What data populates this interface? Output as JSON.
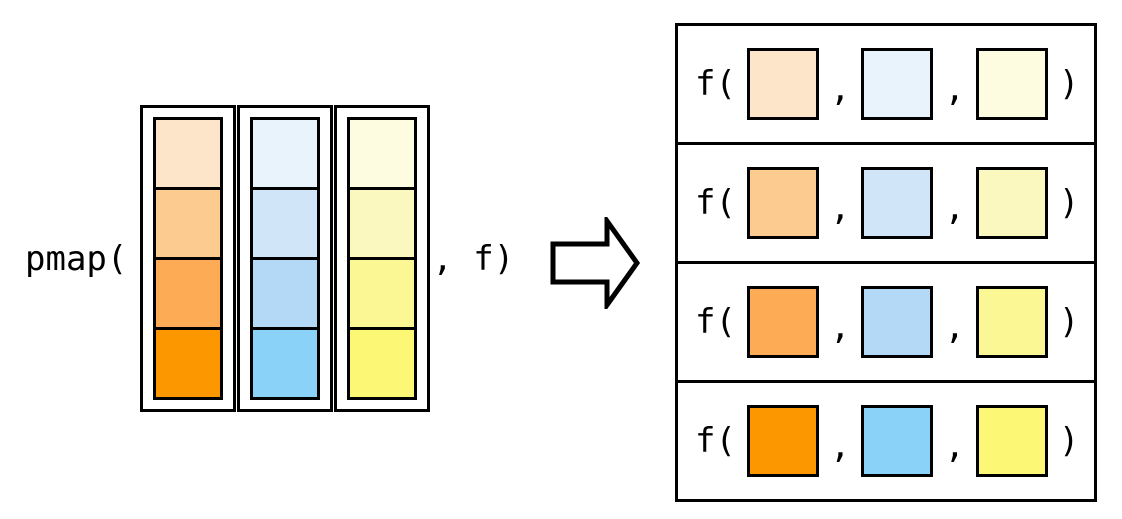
{
  "expression": {
    "prefix": "pmap(",
    "suffix": ", f)"
  },
  "arrays": [
    {
      "name": "argument-array-1",
      "shards": [
        "#fce5c9",
        "#fccb8f",
        "#fdac55",
        "#fc9700"
      ]
    },
    {
      "name": "argument-array-2",
      "shards": [
        "#e8f3fc",
        "#d1e5f8",
        "#b4d9f6",
        "#8bd2f9"
      ]
    },
    {
      "name": "argument-array-3",
      "shards": [
        "#fdfce0",
        "#faf8bf",
        "#fbf795",
        "#fcf876"
      ]
    }
  ],
  "calls": {
    "open": "f(",
    "separator": ",",
    "close": ")",
    "rows": [
      {
        "args": [
          "#fce5c9",
          "#e8f3fc",
          "#fdfce0"
        ]
      },
      {
        "args": [
          "#fccb8f",
          "#d1e5f8",
          "#faf8bf"
        ]
      },
      {
        "args": [
          "#fdac55",
          "#b4d9f6",
          "#fbf795"
        ]
      },
      {
        "args": [
          "#fc9700",
          "#8bd2f9",
          "#fcf876"
        ]
      }
    ]
  },
  "colors": {
    "stroke": "#000000",
    "background": "#ffffff"
  }
}
